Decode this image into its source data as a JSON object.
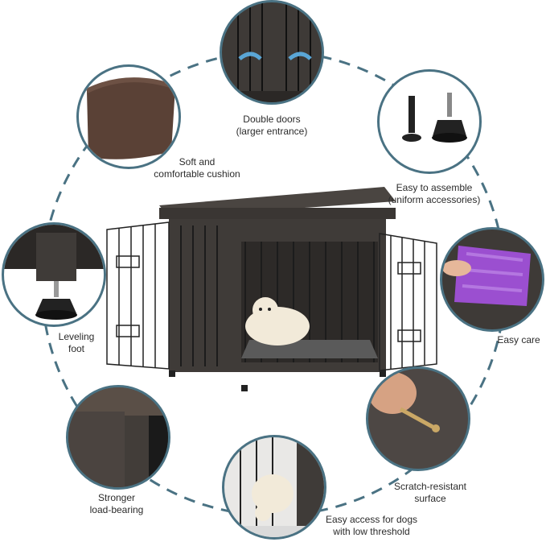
{
  "colors": {
    "dashed_ring": "#4a7283",
    "bubble_border": "#4a7283",
    "crate_wood": "#3f3b38",
    "cushion": "#5a4136",
    "towel": "#9b4fd0"
  },
  "features": [
    {
      "id": "double-doors",
      "label": "Double doors\n(larger entrance)",
      "icon": "door-arrows-icon"
    },
    {
      "id": "soft-cushion",
      "label": "Soft and\ncomfortable cushion",
      "icon": "cushion-icon"
    },
    {
      "id": "easy-assemble",
      "label": "Easy to assemble\n(uniform accessories)",
      "icon": "bolt-icon"
    },
    {
      "id": "leveling-foot",
      "label": "Leveling\nfoot",
      "icon": "leveling-foot-icon"
    },
    {
      "id": "easy-care",
      "label": "Easy care",
      "icon": "towel-icon"
    },
    {
      "id": "stronger-load",
      "label": "Stronger\nload-bearing",
      "icon": "corner-post-icon"
    },
    {
      "id": "scratch-resistant",
      "label": "Scratch-resistant\nsurface",
      "icon": "key-scratch-icon"
    },
    {
      "id": "low-threshold",
      "label": "Easy access for dogs\nwith low threshold",
      "icon": "dog-icon"
    }
  ]
}
